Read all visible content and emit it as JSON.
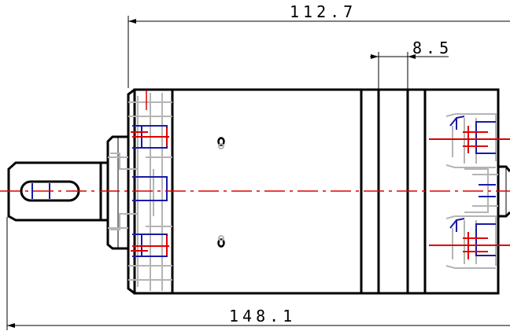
{
  "dimensions": {
    "body_length": "112.7",
    "groove_width": "8.5",
    "overall_length": "148.1"
  },
  "colors": {
    "outline": "#000000",
    "hidden_detail": "#b4b4b4",
    "blue_detail": "#1a1aa6",
    "centerline": "#e00000"
  }
}
